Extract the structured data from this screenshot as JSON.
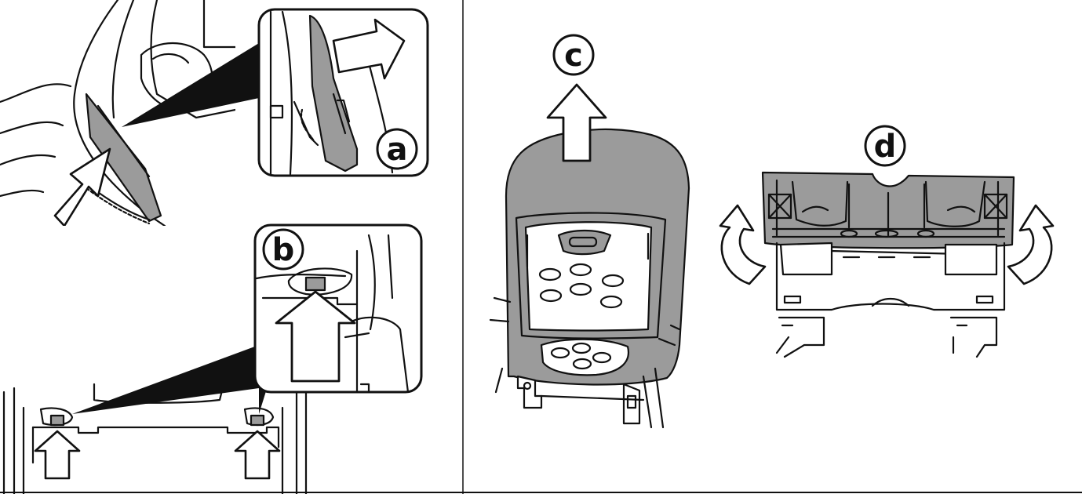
{
  "steps": [
    {
      "id": "a",
      "label": "a"
    },
    {
      "id": "b",
      "label": "b"
    },
    {
      "id": "c",
      "label": "c"
    },
    {
      "id": "d",
      "label": "d"
    }
  ],
  "colors": {
    "line": "#111111",
    "seat_fill": "#9b9b9b",
    "button_fill": "#9b9b9b",
    "background": "#ffffff"
  }
}
